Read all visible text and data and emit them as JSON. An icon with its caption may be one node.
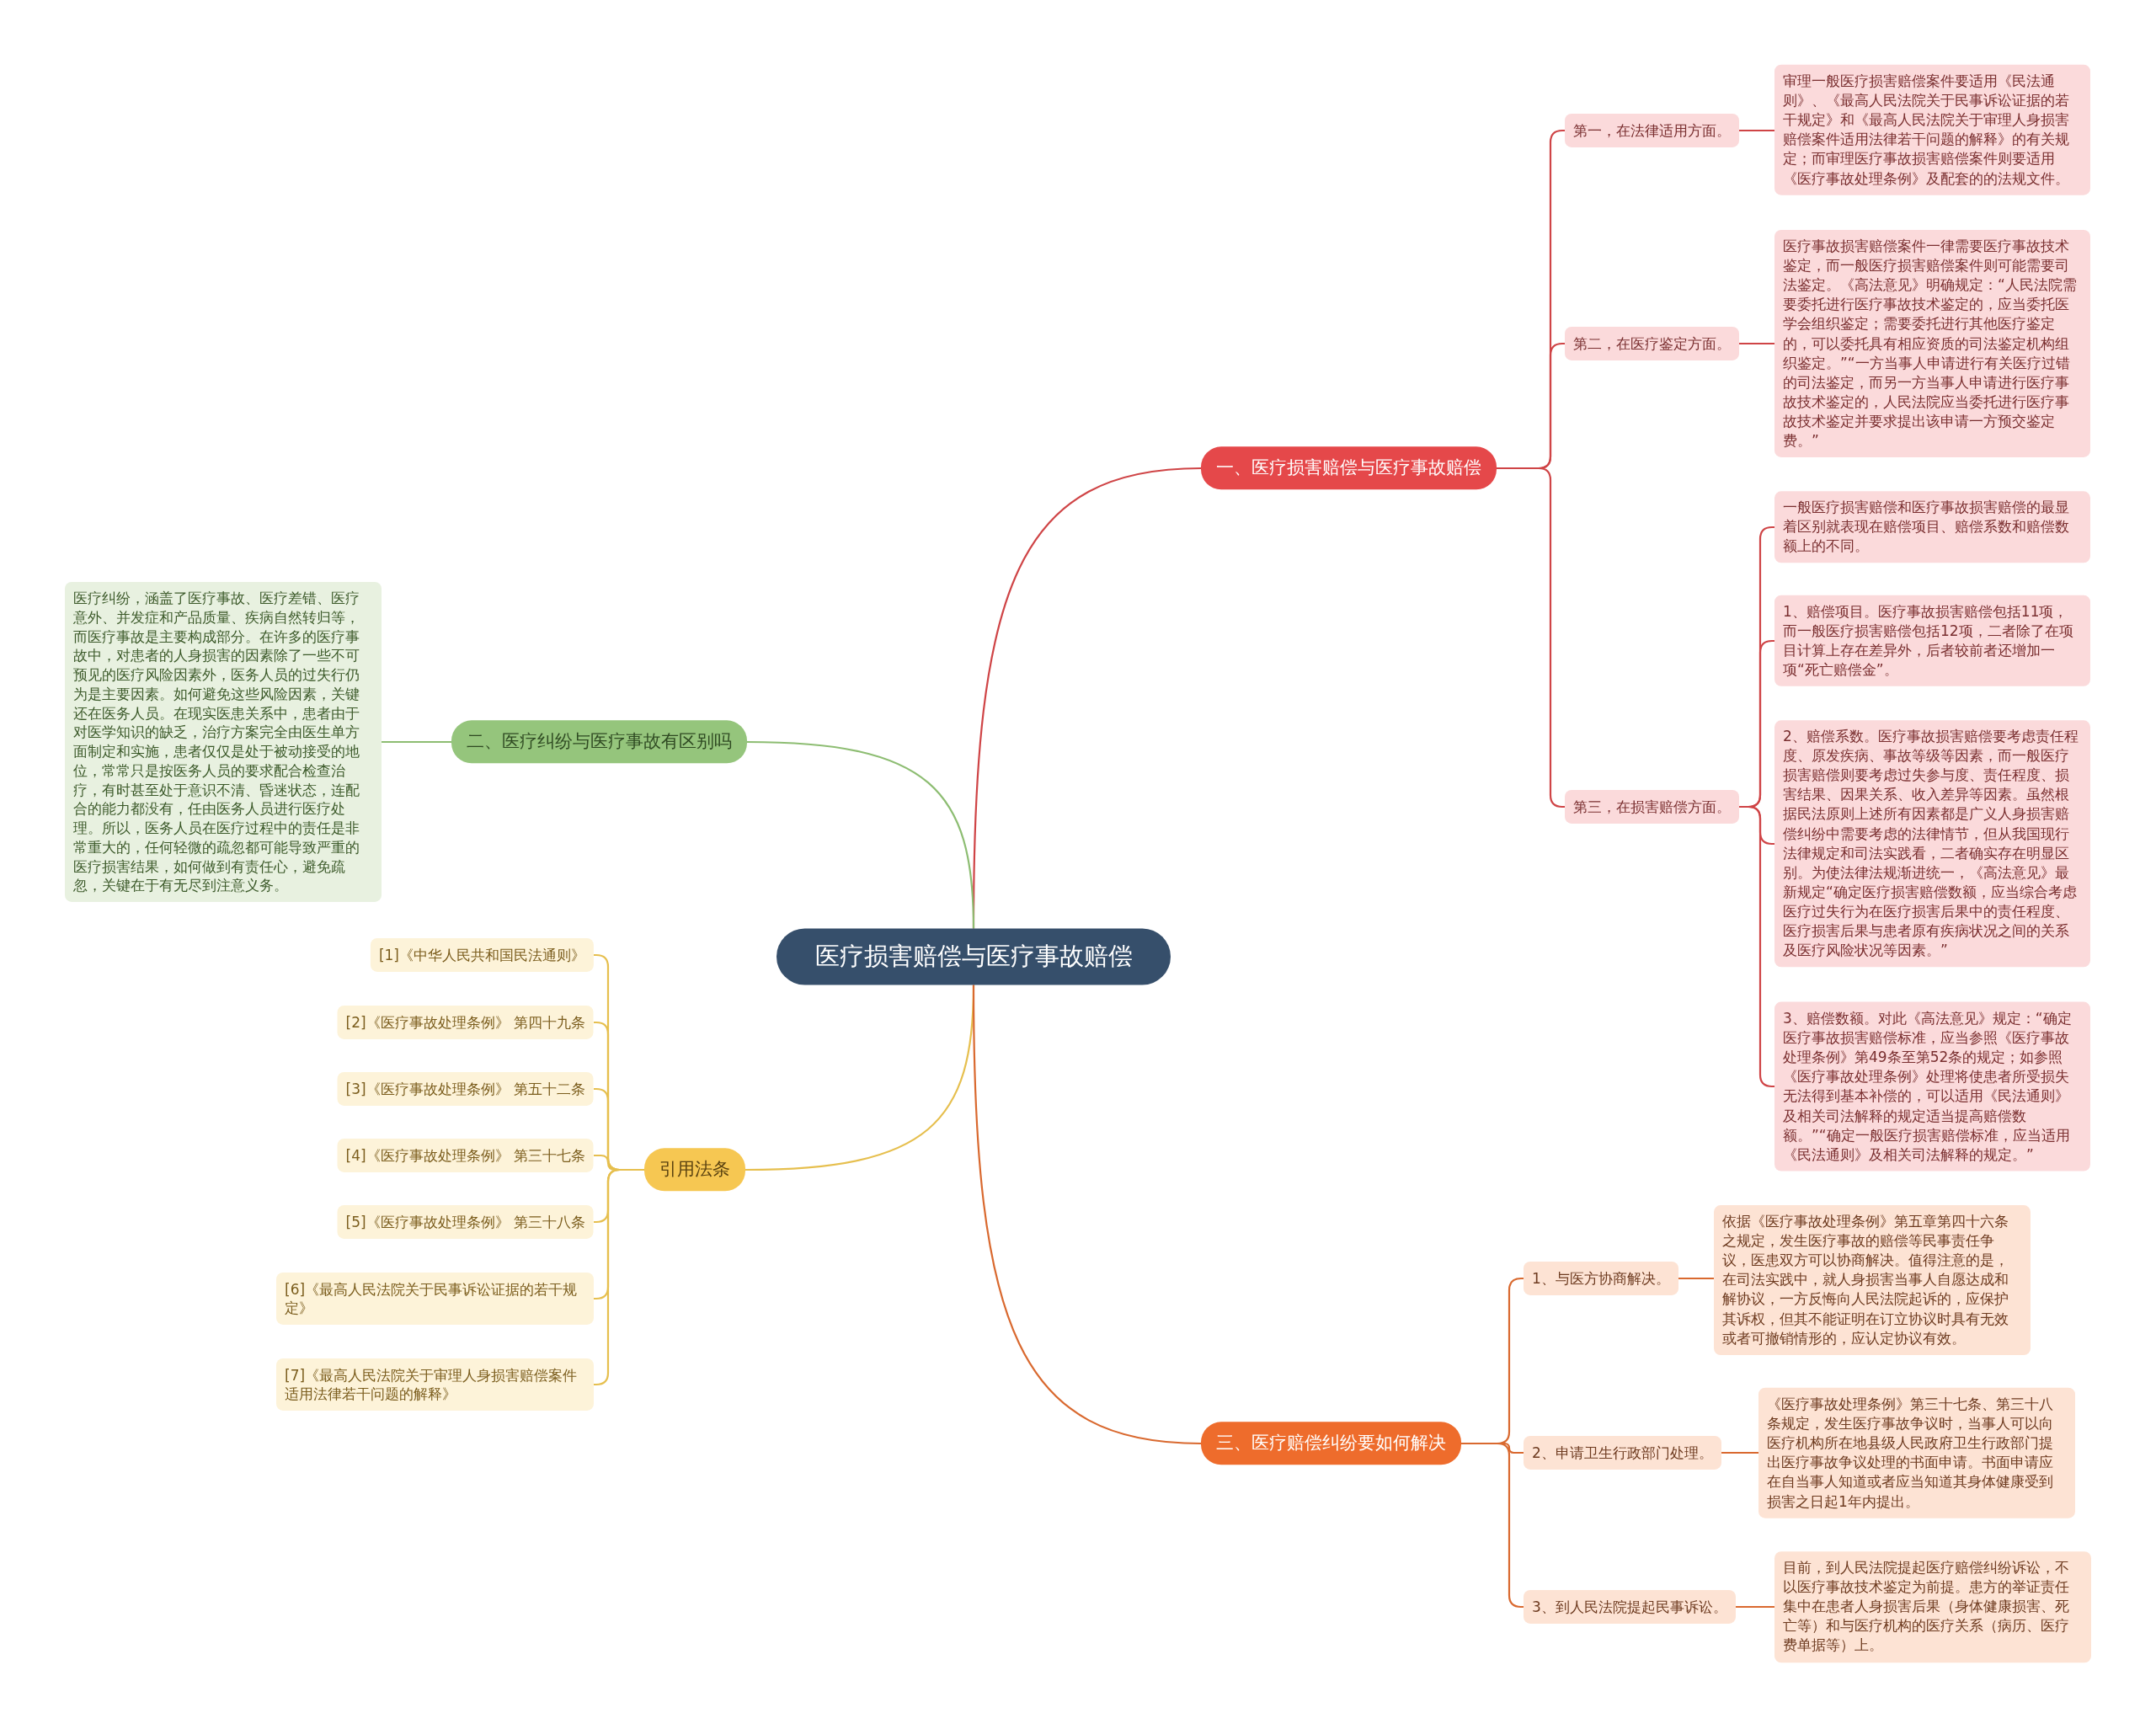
{
  "diagram": {
    "nodes": [
      {
        "text": [
          "医疗损害赔偿与医疗事故赔偿"
        ]
      },
      {
        "text": [
          "一、医疗损害赔偿与医疗事故赔偿"
        ]
      },
      {
        "text": [
          "第一，在法律适用方面。"
        ]
      },
      {
        "text": [
          "审理一般医疗损害赔偿案件要适用《民法通则》、《最高人民法院关于民事诉讼证据的若干规定》和《最高人民法院关于审理人身损害赔偿案件适用法律若干问题的解释》的有关规定；而审理医疗事故损害赔偿案件则要适用《医疗事故处理条例》及配套的的法规文件。"
        ]
      },
      {
        "text": [
          "第二，在医疗鉴定方面。"
        ]
      },
      {
        "text": [
          "医疗事故损害赔偿案件一律需要医疗事故技术鉴定，而一般医疗损害赔偿案件则可能需要司法鉴定。《高法意见》明确规定：“人民法院需要委托进行医疗事故技术鉴定的，应当委托医学会组织鉴定；需要委托进行其他医疗鉴定的，可以委托具有相应资质的司法鉴定机构组织鉴定。”“一方当事人申请进行有关医疗过错的司法鉴定，而另一方当事人申请进行医疗事故技术鉴定的，人民法院应当委托进行医疗事故技术鉴定并要求提出该申请一方预交鉴定费。”"
        ]
      },
      {
        "text": [
          "第三，在损害赔偿方面。"
        ]
      },
      {
        "text": [
          "一般医疗损害赔偿和医疗事故损害赔偿的最显着区别就表现在赔偿项目、赔偿系数和赔偿数额上的不同。"
        ]
      },
      {
        "text": [
          "1、赔偿项目。医疗事故损害赔偿包括11项，而一般医疗损害赔偿包括12项，二者除了在项目计算上存在差异外，后者较前者还增加一项“死亡赔偿金”。"
        ]
      },
      {
        "text": [
          "2、赔偿系数。医疗事故损害赔偿要考虑责任程度、原发疾病、事故等级等因素，而一般医疗损害赔偿则要考虑过失参与度、责任程度、损害结果、因果关系、收入差异等因素。虽然根据民法原则上述所有因素都是广义人身损害赔偿纠纷中需要考虑的法律情节，但从我国现行法律规定和司法实践看，二者确实存在明显区别。为使法律法规渐进统一，《高法意见》最新规定“确定医疗损害赔偿数额，应当综合考虑医疗过失行为在医疗损害后果中的责任程度、医疗损害后果与患者原有疾病状况之间的关系及医疗风险状况等因素。”"
        ]
      },
      {
        "text": [
          "3、赔偿数额。对此《高法意见》规定：“确定医疗事故损害赔偿标准，应当参照《医疗事故处理条例》第49条至第52条的规定；如参照《医疗事故处理条例》处理将使患者所受损失无法得到基本补偿的，可以适用《民法通则》及相关司法解释的规定适当提高赔偿数额。”“确定一般医疗损害赔偿标准，应当适用《民法通则》及相关司法解释的规定。”"
        ]
      },
      {
        "text": [
          "二、医疗纠纷与医疗事故有区别吗"
        ]
      },
      {
        "text": [
          "医疗纠纷，涵盖了医疗事故、医疗差错、医疗意外、并发症和产品质量、疾病自然转归等，而医疗事故是主要构成部分。在许多的医疗事故中，对患者的人身损害的因素除了一些不可预见的医疗风险因素外，医务人员的过失行仍为是主要因素。如何避免这些风险因素，关键还在医务人员。在现实医患关系中，患者由于对医学知识的缺乏，治疗方案完全由医生单方面制定和实施，患者仅仅是处于被动接受的地位，常常只是按医务人员的要求配合检查治疗，有时甚至处于意识不清、昏迷状态，连配合的能力都没有，任由医务人员进行医疗处理。所以，医务人员在医疗过程中的责任是非常重大的，任何轻微的疏忽都可能导致严重的医疗损害结果，如何做到有责任心，避免疏忽，关键在于有无尽到注意义务。"
        ]
      },
      {
        "text": [
          "引用法条"
        ]
      },
      {
        "text": [
          "[1]《中华人民共和国民法通则》"
        ]
      },
      {
        "text": [
          "[2]《医疗事故处理条例》 第四十九条"
        ]
      },
      {
        "text": [
          "[3]《医疗事故处理条例》 第五十二条"
        ]
      },
      {
        "text": [
          "[4]《医疗事故处理条例》 第三十七条"
        ]
      },
      {
        "text": [
          "[5]《医疗事故处理条例》 第三十八条"
        ]
      },
      {
        "text": [
          "[6]《最高人民法院关于民事诉讼证据的若干规定》"
        ]
      },
      {
        "text": [
          "[7]《最高人民法院关于审理人身损害赔偿案件适用法律若干问题的解释》"
        ]
      },
      {
        "text": [
          "三、医疗赔偿纠纷要如何解决"
        ]
      },
      {
        "text": [
          "1、与医方协商解决。"
        ]
      },
      {
        "text": [
          "依据《医疗事故处理条例》第五章第四十六条之规定，发生医疗事故的赔偿等民事责任争议，医患双方可以协商解决。值得注意的是，在司法实践中，就人身损害当事人自愿达成和解协议，一方反悔向人民法院起诉的，应保护其诉权，但其不能证明在订立协议时具有无效或者可撤销情形的，应认定协议有效。"
        ]
      },
      {
        "text": [
          "2、申请卫生行政部门处理。"
        ]
      },
      {
        "text": [
          "《医疗事故处理条例》第三十七条、第三十八条规定，发生医疗事故争议时，当事人可以向医疗机构所在地县级人民政府卫生行政部门提出医疗事故争议处理的书面申请。书面申请应在自当事人知道或者应当知道其身体健康受到损害之日起1年内提出。"
        ]
      },
      {
        "text": [
          "3、到人民法院提起民事诉讼。"
        ]
      },
      {
        "text": [
          "目前，到人民法院提起医疗赔偿纠纷诉讼，不以医疗事故技术鉴定为前提。患方的举证责任集中在患者人身损害后果（身体健康损害、死亡等）和与医疗机构的医疗关系（病历、医疗费单据等）上。"
        ]
      }
    ],
    "edges": [
      {
        "from": 0,
        "to": 1,
        "arrow": "none"
      },
      {
        "from": 1,
        "to": 2,
        "arrow": "none"
      },
      {
        "from": 2,
        "to": 3,
        "arrow": "none"
      },
      {
        "from": 1,
        "to": 4,
        "arrow": "none"
      },
      {
        "from": 4,
        "to": 5,
        "arrow": "none"
      },
      {
        "from": 1,
        "to": 6,
        "arrow": "none"
      },
      {
        "from": 6,
        "to": 7,
        "arrow": "none"
      },
      {
        "from": 6,
        "to": 8,
        "arrow": "none"
      },
      {
        "from": 6,
        "to": 9,
        "arrow": "none"
      },
      {
        "from": 6,
        "to": 10,
        "arrow": "none"
      },
      {
        "from": 0,
        "to": 11,
        "arrow": "none",
        "color": "#8dbd72"
      },
      {
        "from": 11,
        "to": 12,
        "arrow": "none",
        "color": "#8dbd72"
      },
      {
        "from": 0,
        "to": 13,
        "arrow": "none",
        "color": "#e6bf4e"
      },
      {
        "from": 13,
        "to": 14,
        "arrow": "none",
        "color": "#e6bf4e"
      },
      {
        "from": 13,
        "to": 15,
        "arrow": "none",
        "color": "#e6bf4e"
      },
      {
        "from": 13,
        "to": 16,
        "arrow": "none",
        "color": "#e6bf4e"
      },
      {
        "from": 13,
        "to": 17,
        "arrow": "none",
        "color": "#e6bf4e"
      },
      {
        "from": 13,
        "to": 18,
        "arrow": "none",
        "color": "#e6bf4e"
      },
      {
        "from": 13,
        "to": 19,
        "arrow": "none",
        "color": "#e6bf4e"
      },
      {
        "from": 13,
        "to": 20,
        "arrow": "none",
        "color": "#e6bf4e"
      },
      {
        "from": 0,
        "to": 21,
        "arrow": "none",
        "color": "#d9692f"
      },
      {
        "from": 21,
        "to": 22,
        "arrow": "none",
        "color": "#d9692f"
      },
      {
        "from": 22,
        "to": 23,
        "arrow": "none",
        "color": "#d9692f"
      },
      {
        "from": 21,
        "to": 24,
        "arrow": "none",
        "color": "#d9692f"
      },
      {
        "from": 24,
        "to": 25,
        "arrow": "none",
        "color": "#d9692f"
      },
      {
        "from": 21,
        "to": 26,
        "arrow": "none",
        "color": "#d9692f"
      },
      {
        "from": 26,
        "to": 27,
        "arrow": "none",
        "color": "#d9692f"
      }
    ]
  }
}
